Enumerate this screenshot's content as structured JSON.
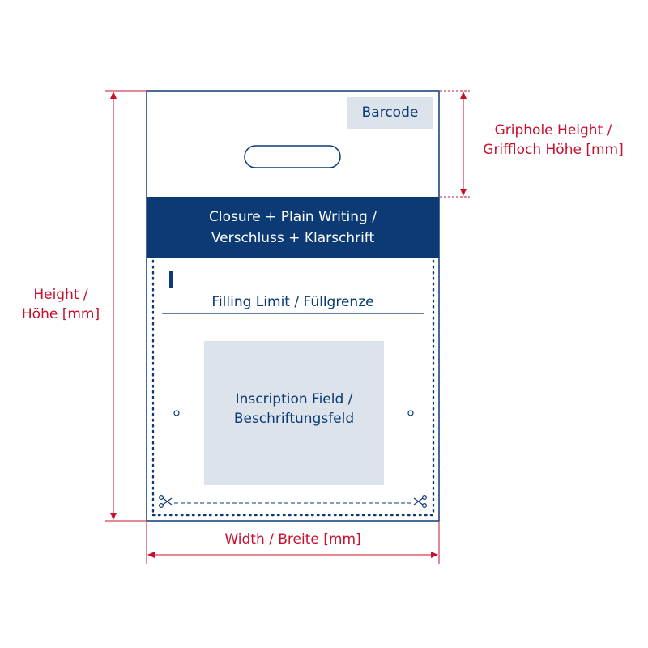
{
  "labels": {
    "barcode": "Barcode",
    "closure_line1": "Closure + Plain Writing /",
    "closure_line2": "Verschluss + Klarschrift",
    "filling_limit": "Filling Limit / Füllgrenze",
    "inscription_line1": "Inscription Field /",
    "inscription_line2": "Beschriftungsfeld",
    "griphole_line1": "Griphole Height /",
    "griphole_line2": "Griffloch Höhe [mm]",
    "height_line1": "Height /",
    "height_line2": "Höhe [mm]",
    "width": "Width / Breite [mm]"
  },
  "colors": {
    "navy": "#0b3a75",
    "dimension_red": "#c8102e",
    "barcode_fill": "#dde3ea",
    "inscription_fill": "#dde3ea"
  },
  "icons": [
    "scissors-icon",
    "scissors-icon"
  ]
}
